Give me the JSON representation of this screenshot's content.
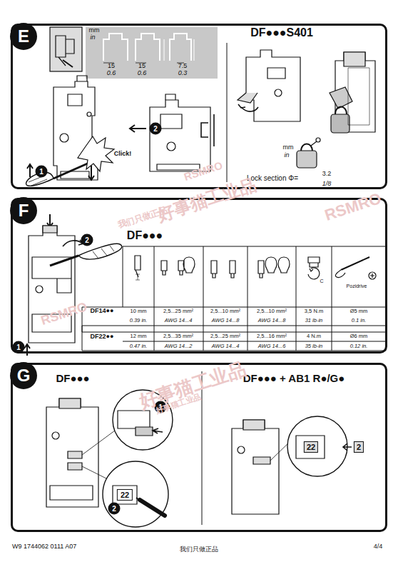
{
  "diagram": {
    "nodes": [
      {
        "text": [
          "E"
        ]
      },
      {
        "text": [
          "F"
        ]
      },
      {
        "text": [
          "G"
        ]
      }
    ],
    "labels": [
      "mm",
      "in",
      "15",
      "0.6",
      "15",
      "0.6",
      "7.5",
      "0.3",
      "Click!",
      "1",
      "2",
      "DF●●●S401",
      "mm",
      "in",
      "Lock section Φ=",
      "3.2",
      "1/8",
      "1",
      "2",
      "DF●●●",
      "DF14●●",
      "DF22●●",
      "10 mm",
      "2,5...25 mm²",
      "2,5...10 mm²",
      "2,5...10 mm²",
      "3,5 N.m",
      "Ø5 mm",
      "0.39 in.",
      "AWG 14...4",
      "AWG 14...8",
      "AWG 14...8",
      "31 lb-in",
      "0.1 in.",
      "12 mm",
      "2,5...35 mm²",
      "2,5...25 mm²",
      "2,5...16 mm²",
      "4 N.m",
      "Ø6 mm",
      "0.47 in.",
      "AWG 14...2",
      "AWG 14...4",
      "AWG 14...6",
      "35 lb-in",
      "0.12 in.",
      "C",
      "Pozidrive",
      "DF●●●",
      "DF●●● + AB1 R●/G●",
      "1",
      "2",
      "22",
      "22",
      "2",
      "W9 1744062 0111 A07",
      "4/4",
      "RSMRO",
      "好事猫工业品",
      "我们只做正品",
      "RSMRO",
      "好事猫工业品",
      "RSMRO",
      "好事猫工业品",
      "我们只做正品"
    ]
  }
}
